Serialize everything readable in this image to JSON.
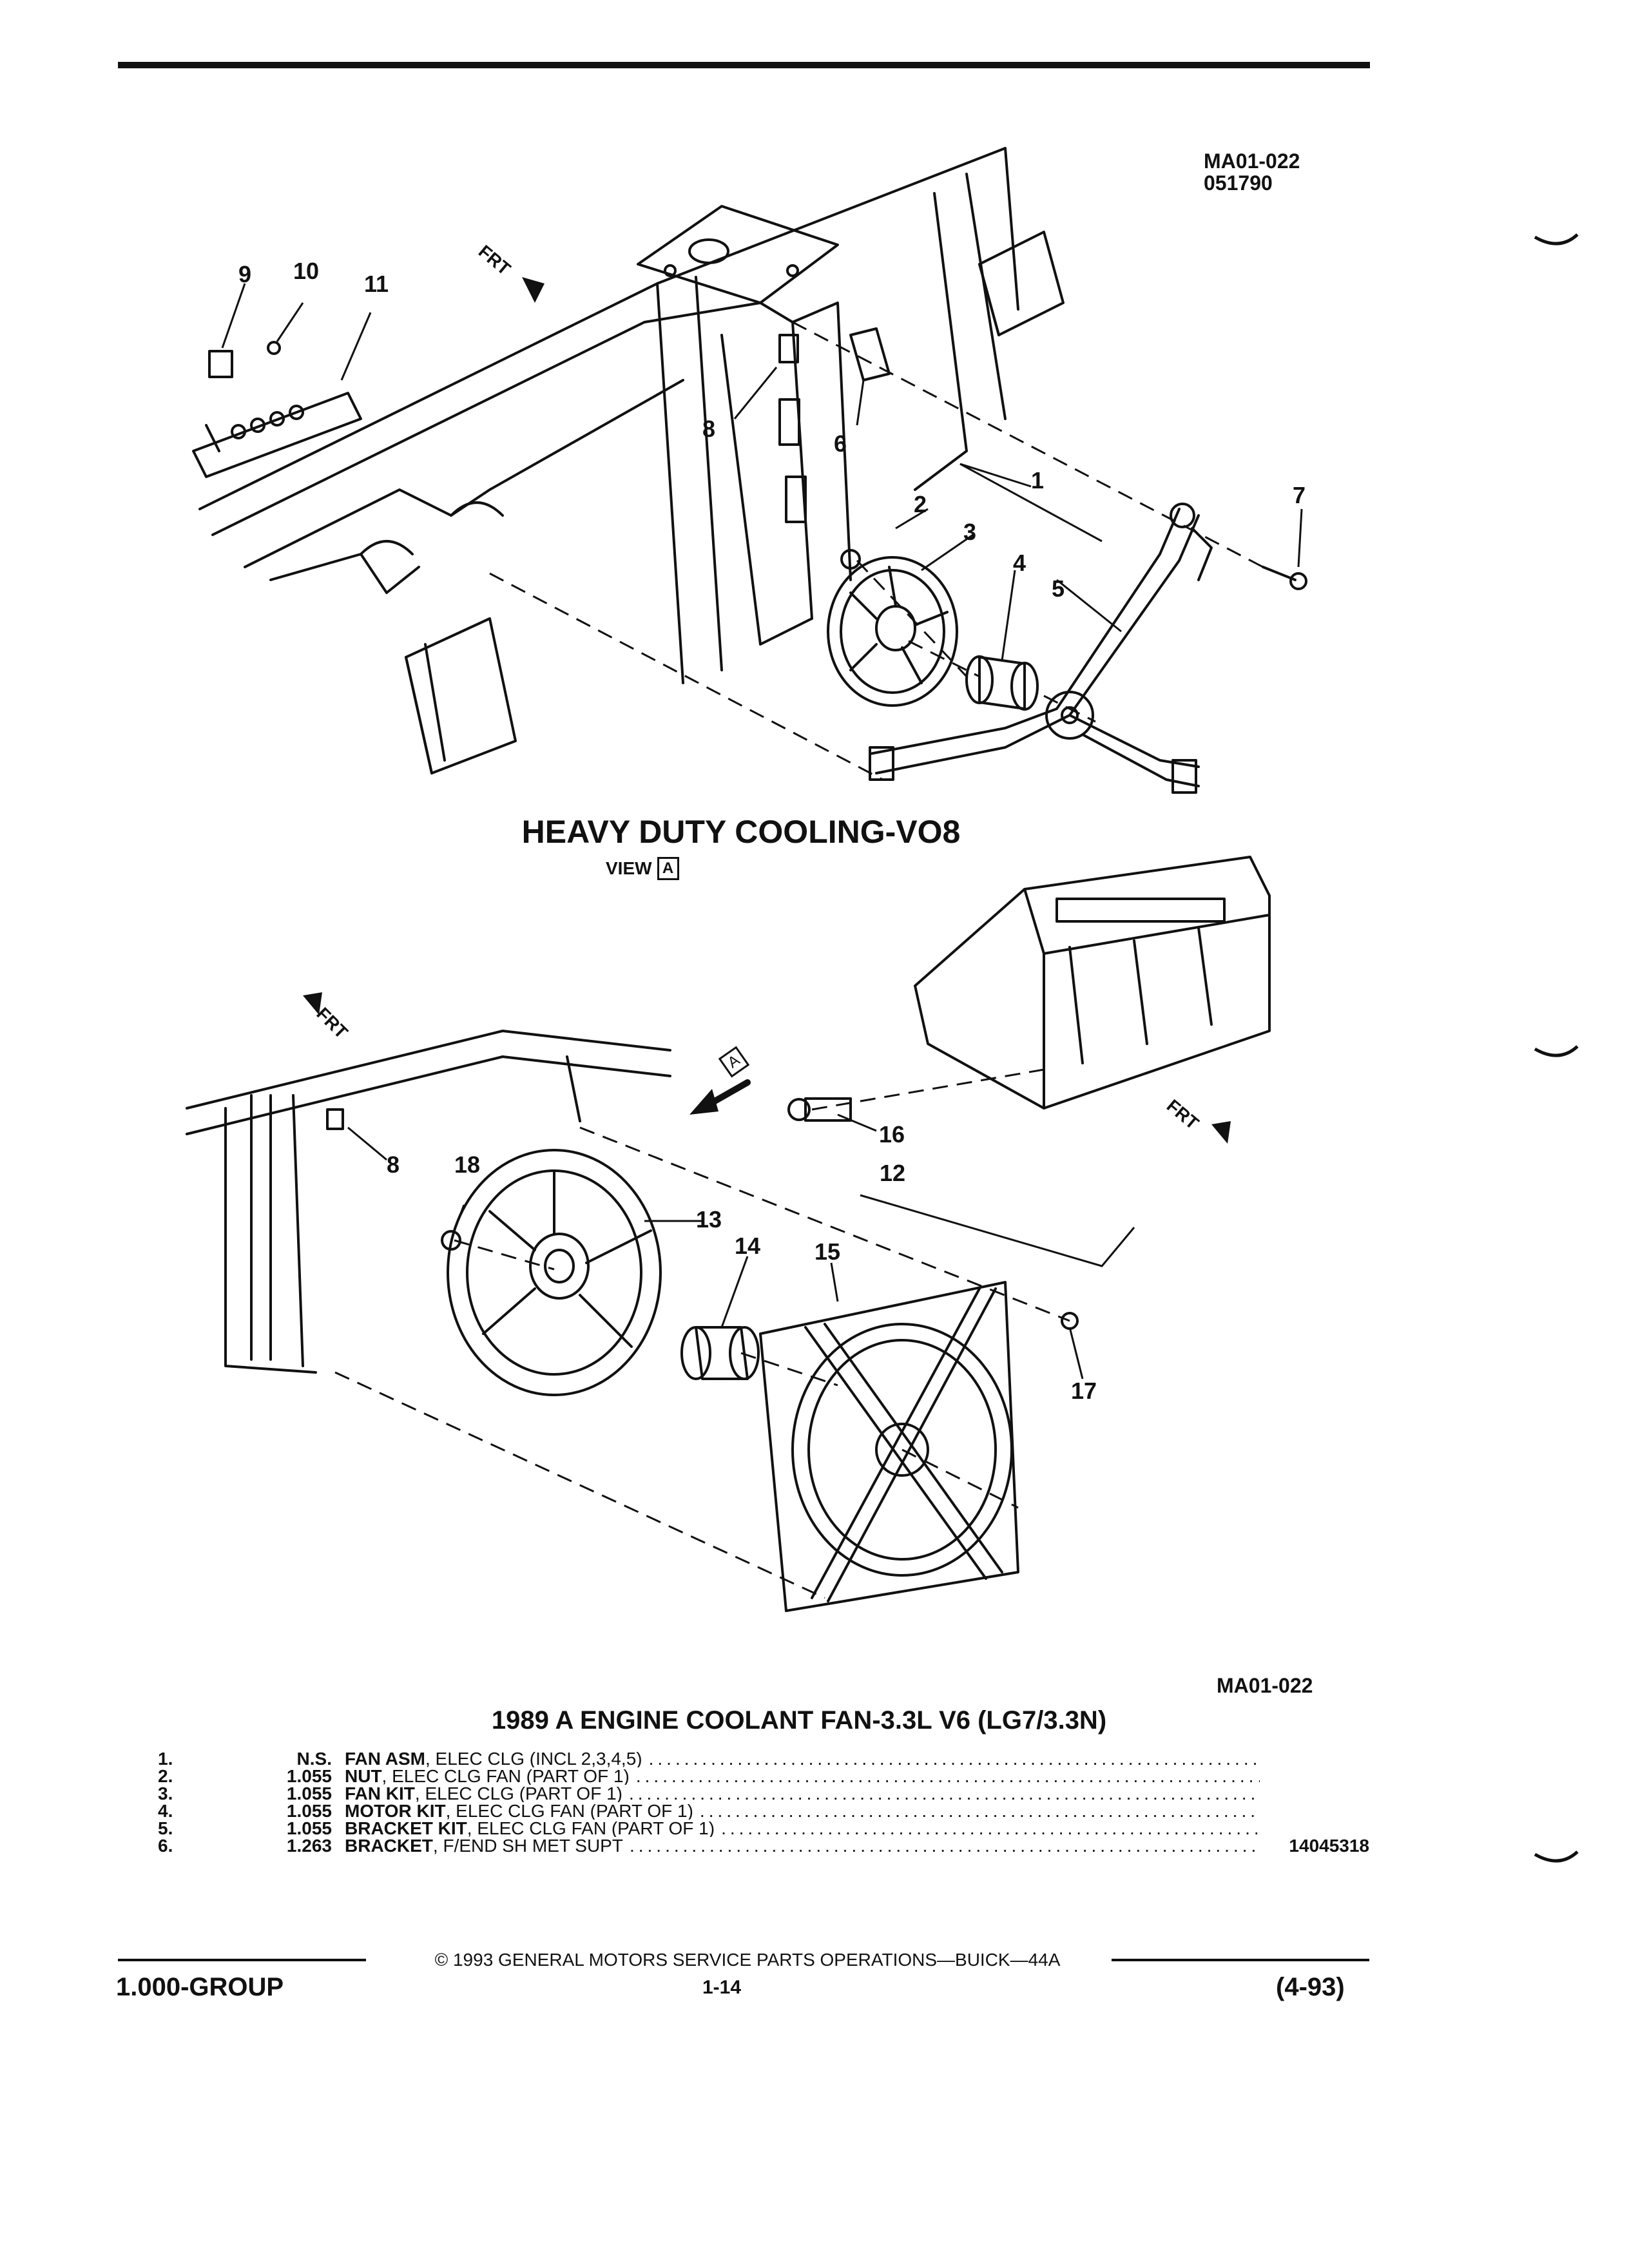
{
  "header": {
    "figure_code": "MA01-022",
    "figure_date": "051790"
  },
  "view_a": {
    "title": "HEAVY DUTY COOLING-VO8",
    "view_label": "VIEW",
    "view_letter": "A",
    "front_marker": "FRT"
  },
  "main_view": {
    "front_marker_1": "FRT",
    "front_marker_2": "FRT",
    "view_ref_letter": "A"
  },
  "callouts": {
    "c1": "1",
    "c2": "2",
    "c3": "3",
    "c4": "4",
    "c5": "5",
    "c6": "6",
    "c7": "7",
    "c8a": "8",
    "c8b": "8",
    "c9": "9",
    "c10": "10",
    "c11": "11",
    "c12": "12",
    "c13": "13",
    "c14": "14",
    "c15": "15",
    "c16": "16",
    "c17": "17",
    "c18": "18"
  },
  "figure_code_bottom": "MA01-022",
  "parts_title": "1989 A ENGINE COOLANT FAN-3.3L V6 (LG7/3.3N)",
  "parts": [
    {
      "num": "1.",
      "group": "N.S.",
      "name": "FAN ASM",
      "desc": ", ELEC CLG (INCL 2,3,4,5)",
      "part_no": ""
    },
    {
      "num": "2.",
      "group": "1.055",
      "name": "NUT",
      "desc": ", ELEC CLG FAN (PART OF 1)",
      "part_no": ""
    },
    {
      "num": "3.",
      "group": "1.055",
      "name": "FAN KIT",
      "desc": ", ELEC CLG (PART OF 1)",
      "part_no": ""
    },
    {
      "num": "4.",
      "group": "1.055",
      "name": "MOTOR KIT",
      "desc": ", ELEC CLG FAN (PART OF 1)",
      "part_no": ""
    },
    {
      "num": "5.",
      "group": "1.055",
      "name": "BRACKET KIT",
      "desc": ", ELEC CLG FAN (PART OF 1)",
      "part_no": ""
    },
    {
      "num": "6.",
      "group": "1.263",
      "name": "BRACKET",
      "desc": ", F/END SH MET SUPT",
      "part_no": "14045318"
    }
  ],
  "footer": {
    "copyright": "© 1993 GENERAL MOTORS SERVICE PARTS OPERATIONS—BUICK—44A",
    "group": "1.000-GROUP",
    "page": "1-14",
    "date": "(4-93)"
  }
}
